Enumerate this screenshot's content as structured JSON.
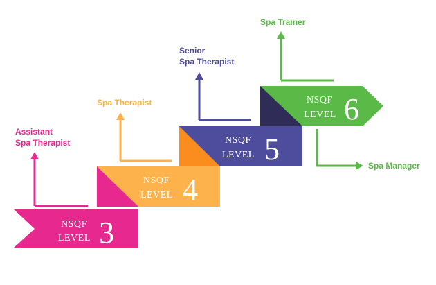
{
  "colors": {
    "level3": "#e6288f",
    "level4": "#fdb24c",
    "level5": "#4e4c9c",
    "level6": "#5ab947",
    "text_white": "#ffffff"
  },
  "levels": [
    {
      "prefix": "NSQF",
      "word": "LEVEL",
      "number": "3"
    },
    {
      "prefix": "NSQF",
      "word": "LEVEL",
      "number": "4"
    },
    {
      "prefix": "NSQF",
      "word": "LEVEL",
      "number": "5"
    },
    {
      "prefix": "NSQF",
      "word": "LEVEL",
      "number": "6"
    }
  ],
  "roles": {
    "assistant_line1": "Assistant",
    "assistant_line2": "Spa Therapist",
    "therapist": "Spa Therapist",
    "senior_line1": "Senior",
    "senior_line2": "Spa Therapist",
    "trainer": "Spa Trainer",
    "manager": "Spa Manager"
  }
}
